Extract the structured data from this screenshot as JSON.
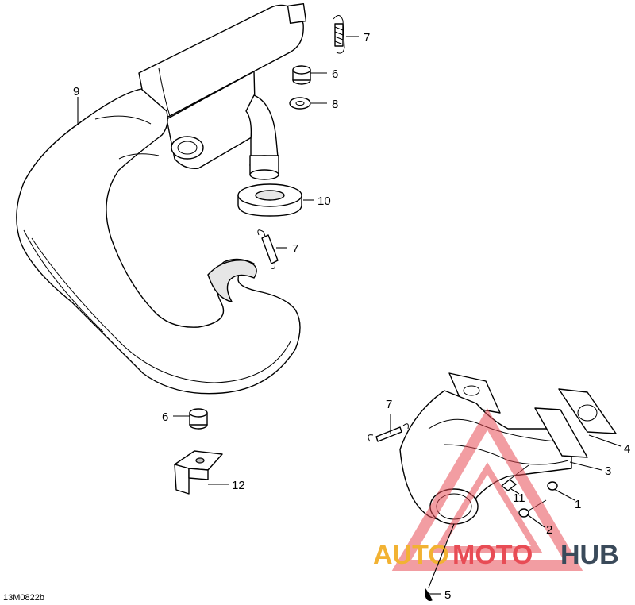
{
  "diagram_code": "13M0822b",
  "callouts": {
    "c1": "1",
    "c2": "2",
    "c3": "3",
    "c4": "4",
    "c5": "5",
    "c6a": "6",
    "c6b": "6",
    "c7a": "7",
    "c7b": "7",
    "c7c": "7",
    "c8": "8",
    "c9": "9",
    "c10": "10",
    "c11": "11",
    "c12": "12"
  },
  "watermark": {
    "part1": "AUTO",
    "part2": "MOTO",
    "part3": "HUB",
    "colors": {
      "auto": "#f2b233",
      "moto": "#e84c55",
      "hub": "#3a4a5a"
    }
  }
}
